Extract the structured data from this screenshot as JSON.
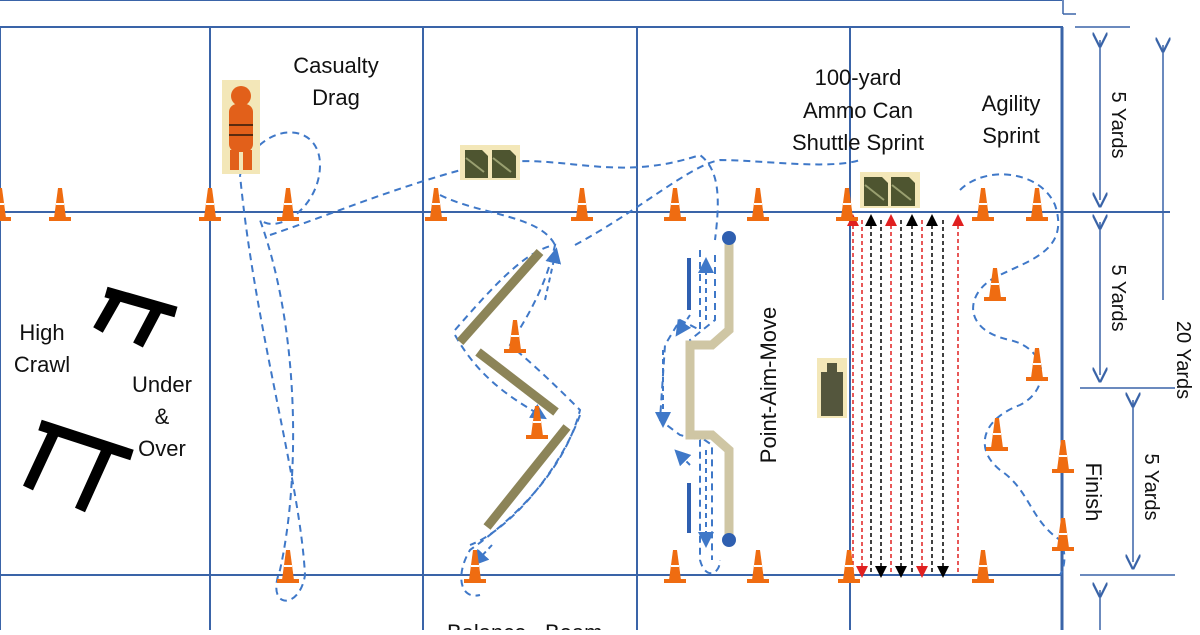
{
  "labels": {
    "casualty_1": "Casualty",
    "casualty_2": "Drag",
    "ammo_1": "100-yard",
    "ammo_2": "Ammo Can",
    "ammo_3": "Shuttle Sprint",
    "agility_1": "Agility",
    "agility_2": "Sprint",
    "high_1": "High",
    "high_2": "Crawl",
    "under_1": "Under",
    "under_2": "&",
    "under_3": "Over",
    "point_aim_move": "Point-Aim-Move",
    "finish": "Finish",
    "dim_top": "5 Yards",
    "dim_mid": "5 Yards",
    "dim_total": "20 Yards",
    "dim_finish": "5 Yards",
    "bottom_partial_1": "Balance",
    "bottom_partial_2": "Beam"
  },
  "colors": {
    "grid_line": "#3a64a8",
    "path_dashed": "#3f78c8",
    "cone": "#ef6c11",
    "cone_stripe": "#ffffff",
    "beam": "#8c8458",
    "barrier": "#000000",
    "ammo_can": "#4e5530",
    "ammo_bg": "#f3e7b8",
    "arrow_black": "#000000",
    "arrow_red": "#e02020",
    "rail": "#cfc6a4",
    "rail_node": "#2f5fb0"
  },
  "icons": [
    "cone-icon",
    "ammo-can-icon",
    "casualty-dummy-icon",
    "target-silhouette-icon",
    "barrier-icon"
  ]
}
